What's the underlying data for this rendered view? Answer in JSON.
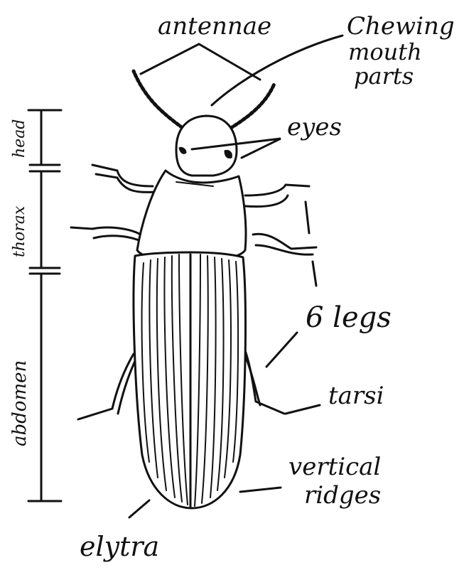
{
  "labels": {
    "antennae": "antennae",
    "mouthparts_line1": "Chewing",
    "mouthparts_line2": "mouth",
    "mouthparts_line3": "parts",
    "eyes": "eyes",
    "legs": "6 legs",
    "tarsi": "tarsi",
    "ridges_line1": "vertical",
    "ridges_line2": "ridges",
    "elytra": "elytra",
    "head": "head",
    "thorax": "thorax",
    "abdomen": "abdomen"
  },
  "colors": {
    "ink": "#111111",
    "paper": "#ffffff"
  }
}
